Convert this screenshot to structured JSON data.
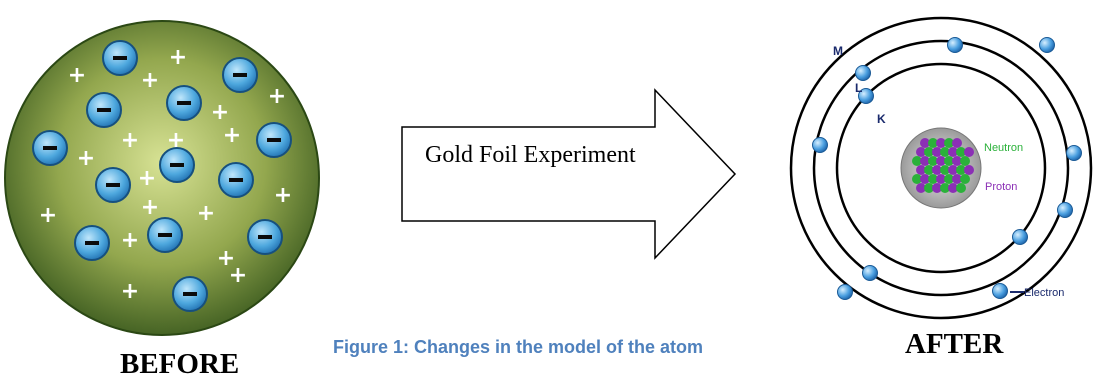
{
  "before": {
    "label": "BEFORE"
  },
  "arrow": {
    "label": "Gold Foil Experiment"
  },
  "caption": "Figure 1: Changes in the model of the atom",
  "after": {
    "label": "AFTER",
    "shell_labels": [
      "M",
      "L",
      "K"
    ],
    "nucleus_labels": {
      "neutron": "Neutron",
      "proton": "Proton"
    },
    "electron_label": "Electron"
  },
  "colors": {
    "pudding_light": "#d3df8c",
    "pudding_dark": "#3b5a1d",
    "electron": "#3a9ad9",
    "neutron": "#2bb13a",
    "proton": "#8b2fb5",
    "caption": "#4f81bd"
  }
}
